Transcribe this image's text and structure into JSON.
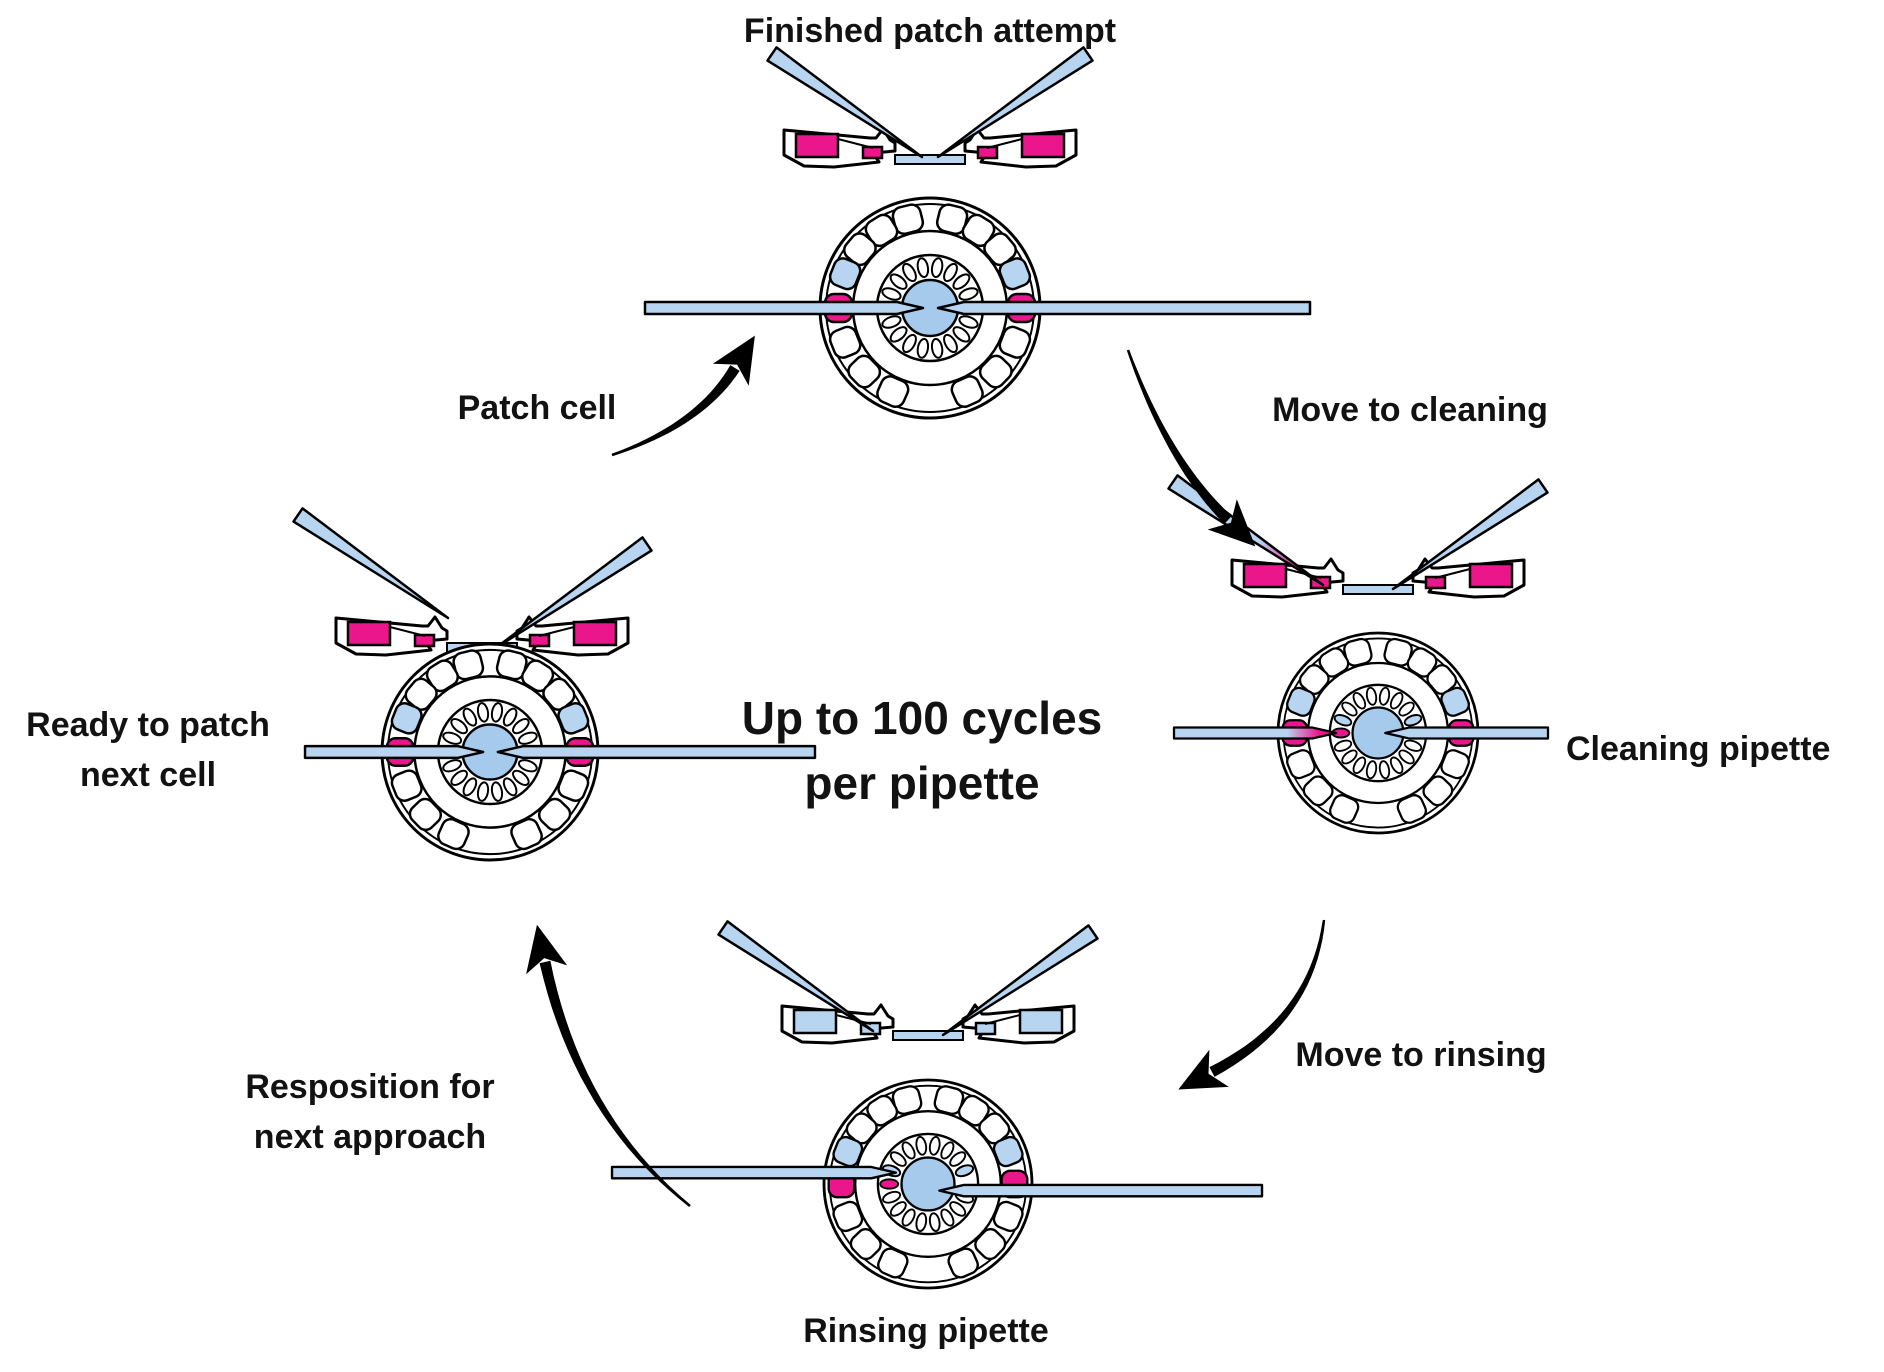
{
  "center_text": {
    "line1": "Up to 100 cycles",
    "line2": "per pipette"
  },
  "stages": [
    {
      "id": "finished-patch-attempt",
      "label": "Finished patch attempt",
      "side_view": {
        "well_solution": "cleaning",
        "left_pipette": "tip-at-bath-center",
        "right_pipette": "tip-at-bath-center"
      },
      "top_view": {
        "left_pipette": "tip-at-center",
        "right_pipette": "tip-at-center",
        "colored_inner_wells": []
      }
    },
    {
      "id": "cleaning-pipette",
      "label": "Cleaning pipette",
      "side_view": {
        "well_solution": "cleaning",
        "left_pipette": "tip-in-cleaning-well",
        "right_pipette": "tip-at-bath"
      },
      "top_view": {
        "left_pipette": "tip-in-cleaning-well",
        "right_pipette": "tip-at-center",
        "colored_inner_wells": [
          {
            "angle": 180,
            "color": "pink"
          },
          {
            "angle": 160,
            "color": "blue"
          },
          {
            "angle": 20,
            "color": "blue"
          }
        ]
      }
    },
    {
      "id": "rinsing-pipette",
      "label": "Rinsing pipette",
      "side_view": {
        "well_solution": "rinse",
        "left_pipette": "tip-in-rinse-well",
        "right_pipette": "tip-at-bath"
      },
      "top_view": {
        "left_pipette": "tip-in-rinse-well",
        "right_pipette": "tip-at-center-low",
        "colored_inner_wells": [
          {
            "angle": 180,
            "color": "pink"
          },
          {
            "angle": 160,
            "color": "blue"
          },
          {
            "angle": 20,
            "color": "blue"
          }
        ]
      }
    },
    {
      "id": "ready-to-patch-next-cell",
      "label_line1": "Ready to patch",
      "label_line2": "next cell",
      "side_view": {
        "well_solution": "cleaning",
        "left_pipette": "raised",
        "right_pipette": "tip-at-bath"
      },
      "top_view": {
        "left_pipette": "tip-at-center",
        "right_pipette": "tip-at-center",
        "colored_inner_wells": [
          {
            "angle": 180,
            "color": "pink"
          },
          {
            "angle": 0,
            "color": "pink"
          }
        ]
      }
    }
  ],
  "arrows": [
    {
      "id": "patch-cell",
      "label": "Patch cell"
    },
    {
      "id": "move-to-cleaning",
      "label": "Move to cleaning"
    },
    {
      "id": "move-to-rinsing",
      "label": "Move to rinsing"
    },
    {
      "id": "resposition",
      "label_line1": "Resposition for",
      "label_line2": "next approach"
    }
  ],
  "colors": {
    "cleaning_solution_pink": "#EC168C",
    "liquid_blue": "#B7D4F0",
    "center_well_blue": "#A5CAEC",
    "outline_black": "#000000",
    "arrow_black": "#000000",
    "text_black": "#121212",
    "background": "#FFFFFF"
  }
}
